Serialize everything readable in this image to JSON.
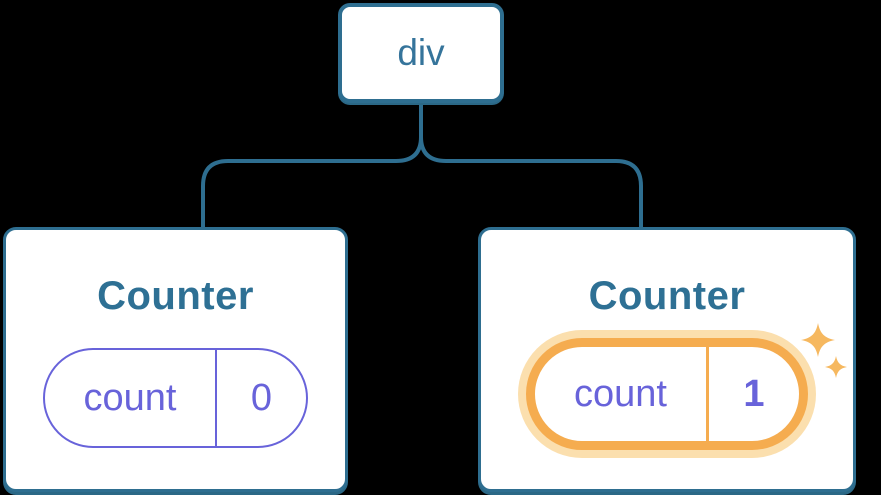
{
  "diagram": {
    "root": {
      "label": "div"
    },
    "children": [
      {
        "title": "Counter",
        "state": {
          "key": "count",
          "value": "0"
        },
        "highlighted": false
      },
      {
        "title": "Counter",
        "state": {
          "key": "count",
          "value": "1"
        },
        "highlighted": true
      }
    ]
  },
  "icons": {
    "sparkle_large": "sparkle-icon",
    "sparkle_small": "sparkle-icon"
  },
  "colors": {
    "background": "#000000",
    "node_border_blue": "#2e6e90",
    "node_text_blue": "#35749b",
    "title_blue": "#2e7094",
    "state_purple": "#6863da",
    "highlight_orange": "#f5ac4f",
    "highlight_glow": "#fbdfae",
    "sparkle_orange": "#f6b85f"
  }
}
